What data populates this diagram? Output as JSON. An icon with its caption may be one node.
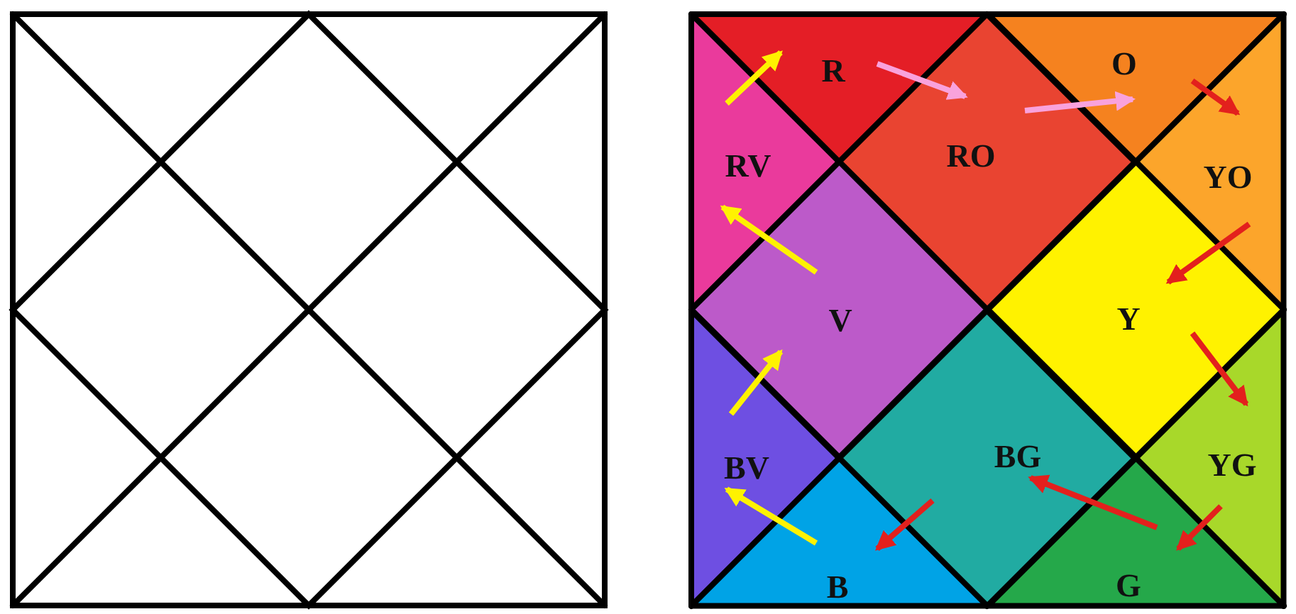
{
  "diagram": {
    "nodes": [
      {
        "text": [
          "R"
        ]
      },
      {
        "text": [
          "O"
        ]
      },
      {
        "text": [
          "RV"
        ]
      },
      {
        "text": [
          "RO"
        ]
      },
      {
        "text": [
          "YO"
        ]
      },
      {
        "text": [
          "V"
        ]
      },
      {
        "text": [
          "Y"
        ]
      },
      {
        "text": [
          "BV"
        ]
      },
      {
        "text": [
          "BG"
        ]
      },
      {
        "text": [
          "YG"
        ]
      },
      {
        "text": [
          "B"
        ]
      },
      {
        "text": [
          "G"
        ]
      }
    ],
    "edges": [
      {
        "from": 2,
        "to": 0,
        "arrow": "to",
        "color": "#fff200"
      },
      {
        "from": 0,
        "to": 3,
        "arrow": "to",
        "color": "#f9a2dc"
      },
      {
        "from": 3,
        "to": 1,
        "arrow": "to",
        "color": "#f9a2dc"
      },
      {
        "from": 1,
        "to": 4,
        "arrow": "to"
      },
      {
        "from": 4,
        "to": 6,
        "arrow": "to"
      },
      {
        "from": 6,
        "to": 9,
        "arrow": "to"
      },
      {
        "from": 9,
        "to": 11,
        "arrow": "to"
      },
      {
        "from": 11,
        "to": 8,
        "arrow": "to"
      },
      {
        "from": 8,
        "to": 10,
        "arrow": "to"
      },
      {
        "from": 10,
        "to": 7,
        "arrow": "to",
        "color": "#fff200"
      },
      {
        "from": 7,
        "to": 5,
        "arrow": "to",
        "color": "#fff200"
      },
      {
        "from": 5,
        "to": 2,
        "arrow": "to",
        "color": "#fff200"
      }
    ]
  }
}
